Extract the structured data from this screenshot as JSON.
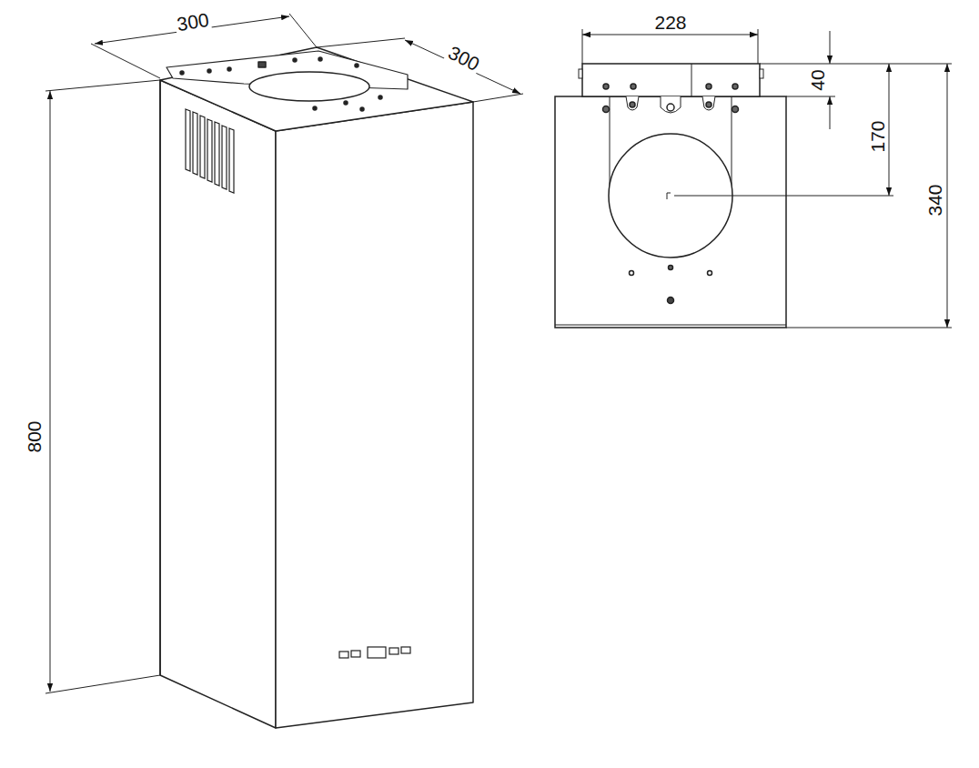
{
  "diagram": {
    "labels": [
      "300",
      "300",
      "800",
      "228",
      "40",
      "170",
      "340"
    ]
  }
}
